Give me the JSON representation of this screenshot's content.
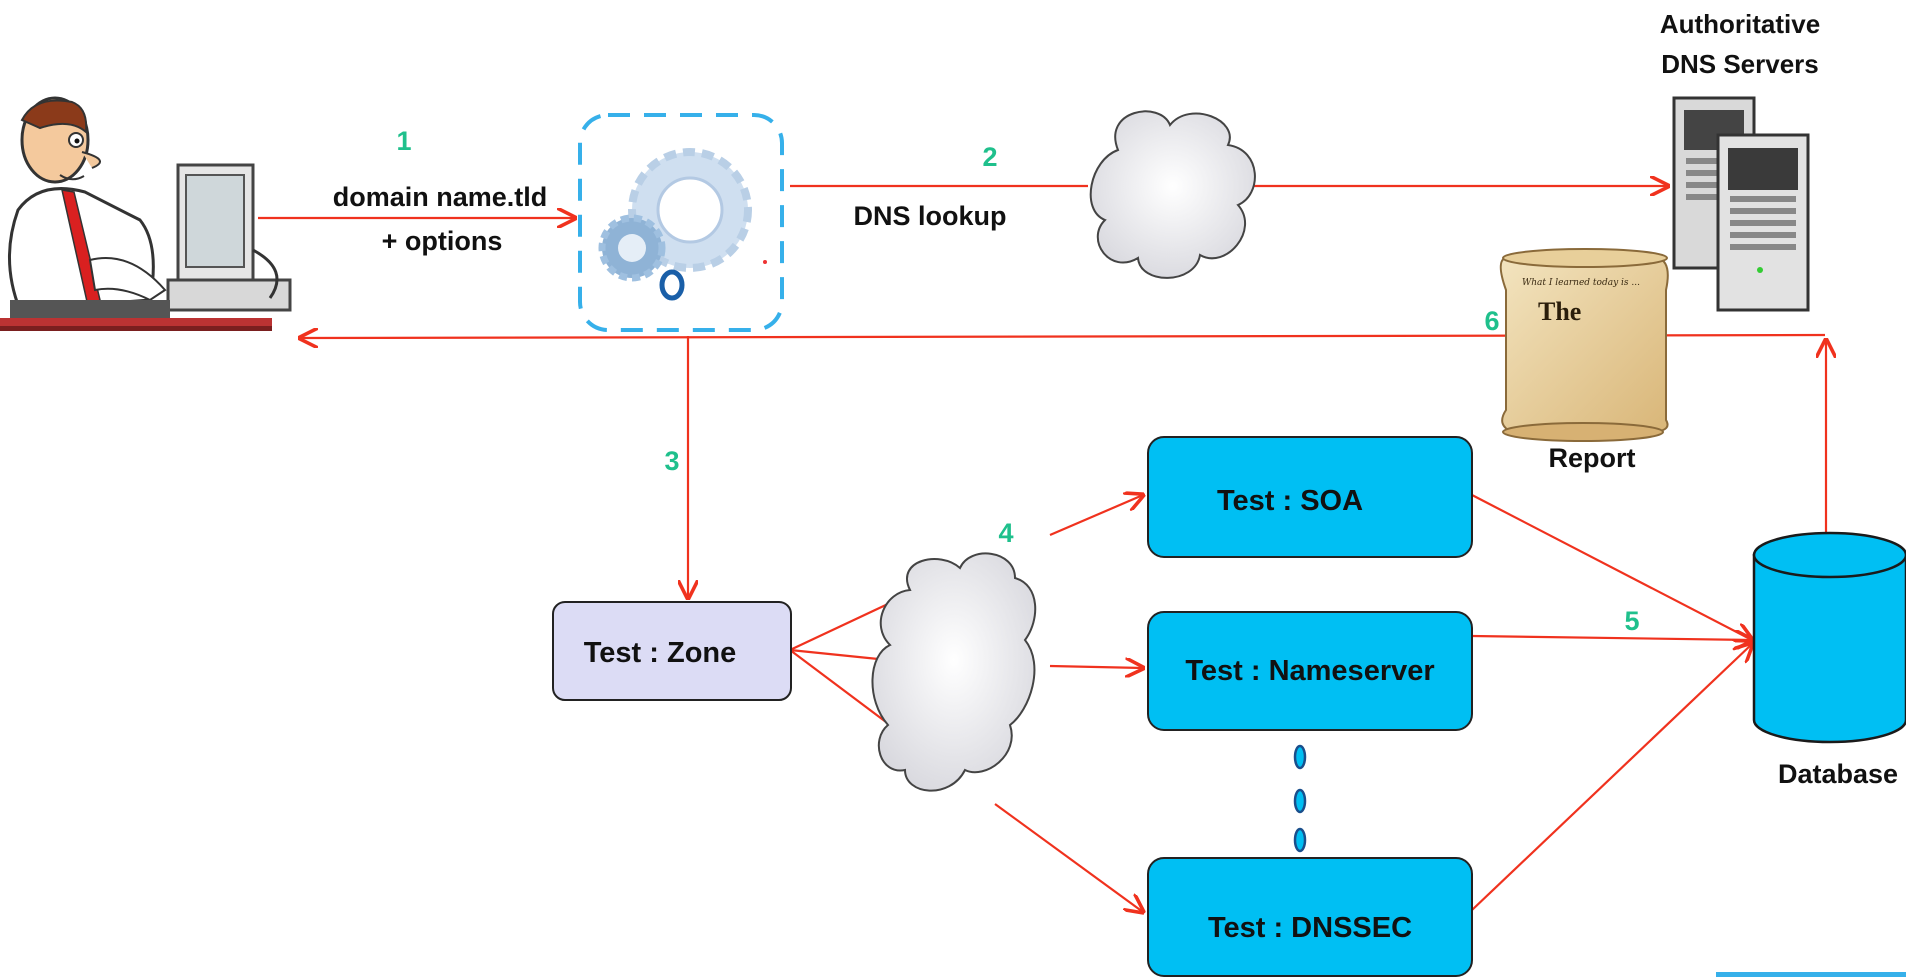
{
  "labels": {
    "authoritative_line1": "Authoritative",
    "authoritative_line2": "DNS Servers",
    "domain_input_line1": "domain name.tld",
    "domain_input_line2": "+ options",
    "dns_lookup": "DNS lookup",
    "report": "Report",
    "database": "Database"
  },
  "steps": [
    "1",
    "2",
    "3",
    "4",
    "5",
    "6"
  ],
  "boxes": {
    "zone": "Test : Zone",
    "soa": "Test : SOA",
    "nameserver": "Test : Nameserver",
    "dnssec": "Test : DNSSEC"
  },
  "report_scroll": {
    "line1": "What I learned today is ...",
    "line2": "The"
  },
  "colors": {
    "arrow": "#f0321e",
    "step_number": "#1fc08c",
    "test_box": "#00bff3",
    "zone_box": "#dcdcf5",
    "database": "#00bff3"
  }
}
